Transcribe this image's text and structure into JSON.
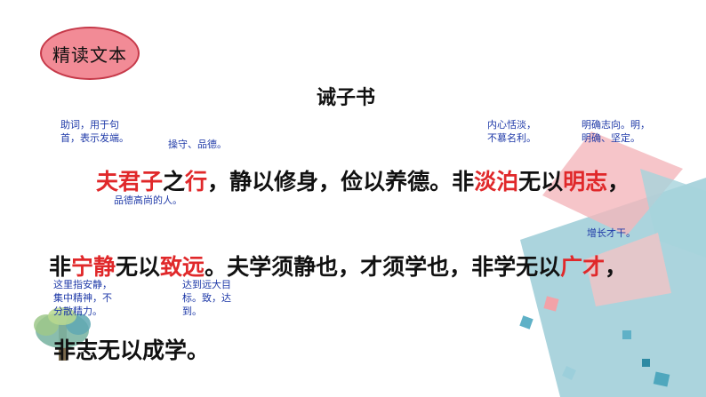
{
  "badge": "精读文本",
  "title": "诫子书",
  "line1": [
    "夫",
    "君子",
    "之",
    "行",
    "，静以修身，俭以养德。非",
    "淡泊",
    "无以",
    "明志",
    "，"
  ],
  "line2": [
    "非",
    "宁静",
    "无以",
    "致远",
    "。夫学须静也，才须学也，非学无以",
    "广才",
    "，"
  ],
  "line3": "非志无以成学。",
  "notes": {
    "fu": "助词，用于句\n首，表示发端。",
    "xing": "操守、品德。",
    "danbo": "内心恬淡，\n不慕名利。",
    "mingzhi": "明确志向。明，\n明确、坚定。",
    "junzi": "品德高尚的人。",
    "guangcai": "增长才干。",
    "ningjing": "这里指安静，\n集中精神，不\n分散精力。",
    "zhiyuan": "达到远大目\n标。致，达\n到。"
  },
  "colors": {
    "highlight": "#e0282a",
    "note": "#1f3aa8",
    "badge_fill": "#f28b96",
    "badge_border": "#c63a4a"
  },
  "icons": [
    "tree-logo-icon"
  ]
}
